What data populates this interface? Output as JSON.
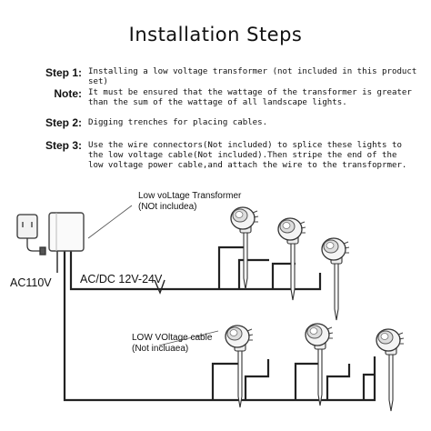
{
  "title": "Installation Steps",
  "steps": [
    {
      "label": "Step 1:",
      "text": "Installing a low voltage transformer (not included in this product set)"
    },
    {
      "label": "Note:",
      "text": "It must be ensured that the wattage of the transformer is greater than the sum of the wattage of all landscape lights."
    },
    {
      "label": "Step 2:",
      "text": "Digging trenches for placing cables."
    },
    {
      "label": "Step 3:",
      "text": "Use the wire connectors(Not included) to splice these lights to the low voltage cable(Not included).Then stripe the end of the low voltage power cable,and attach the wire to the transfoprmer."
    }
  ],
  "diagram": {
    "transformer_label_1": "Low voLtage Transformer",
    "transformer_label_2": "(NOt includea)",
    "ac_label": "AC110V",
    "dc_label": "AC/DC 12V-24V",
    "cable_label_1": "LOW VOltage cable",
    "cable_label_2": "(Not incluaea)"
  }
}
